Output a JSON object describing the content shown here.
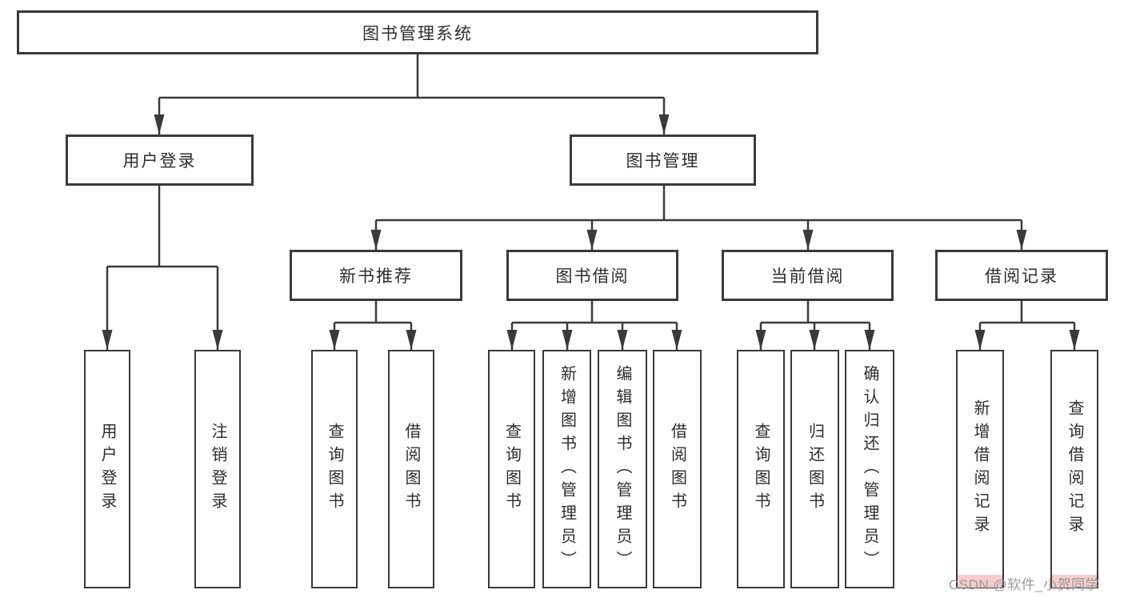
{
  "diagram": {
    "title": "图书管理系统",
    "nodes": {
      "root": "图书管理系统",
      "user_login": "用户登录",
      "book_mgmt": "图书管理",
      "new_book_rec": "新书推荐",
      "book_borrow": "图书借阅",
      "current_borrow": "当前借阅",
      "borrow_record": "借阅记录",
      "leaf_user_login": "用户登录",
      "leaf_logout": "注销登录",
      "leaf_query_book_1": "查询图书",
      "leaf_borrow_book_1": "借阅图书",
      "leaf_query_book_2": "查询图书",
      "leaf_add_book": "新增图书（管理员）",
      "leaf_edit_book": "编辑图书（管理员）",
      "leaf_borrow_book_2": "借阅图书",
      "leaf_query_book_3": "查询图书",
      "leaf_return_book": "归还图书",
      "leaf_confirm_return": "确认归还（管理员）",
      "leaf_add_record": "新增借阅记录",
      "leaf_query_record": "查询借阅记录"
    }
  },
  "watermark": {
    "text": "CSDN @软件_小贺同学"
  },
  "colors": {
    "line": "#3a3a3c",
    "text": "#2d2d2f",
    "background": "#ffffff",
    "watermark_text": "#9b9b9b",
    "watermark_highlight": "#f5cccc"
  }
}
